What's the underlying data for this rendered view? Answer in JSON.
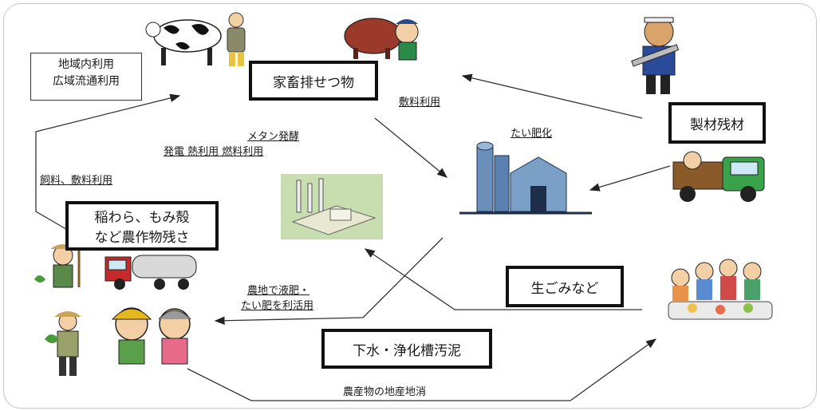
{
  "nodes": {
    "region_use": [
      "地域内利用",
      "広域流通利用"
    ],
    "livestock_manure": "家畜排せつ物",
    "lumber_residue": "製材残材",
    "straw_residue": [
      "稲わら、もみ殻",
      "など農作物残さ"
    ],
    "food_waste": "生ごみなど",
    "sewage_sludge": "下水・浄化槽汚泥"
  },
  "labels": {
    "bedding_use": "敷料利用",
    "composting": "たい肥化",
    "methane_line1": "メタン発酵",
    "methane_line2": "発電 熱利用 燃料利用",
    "feed_bedding": "飼料、敷料利用",
    "farm_use_line1": "農地で液肥・",
    "farm_use_line2": "たい肥を利活用",
    "local_consumption": "農産物の地産地消"
  }
}
